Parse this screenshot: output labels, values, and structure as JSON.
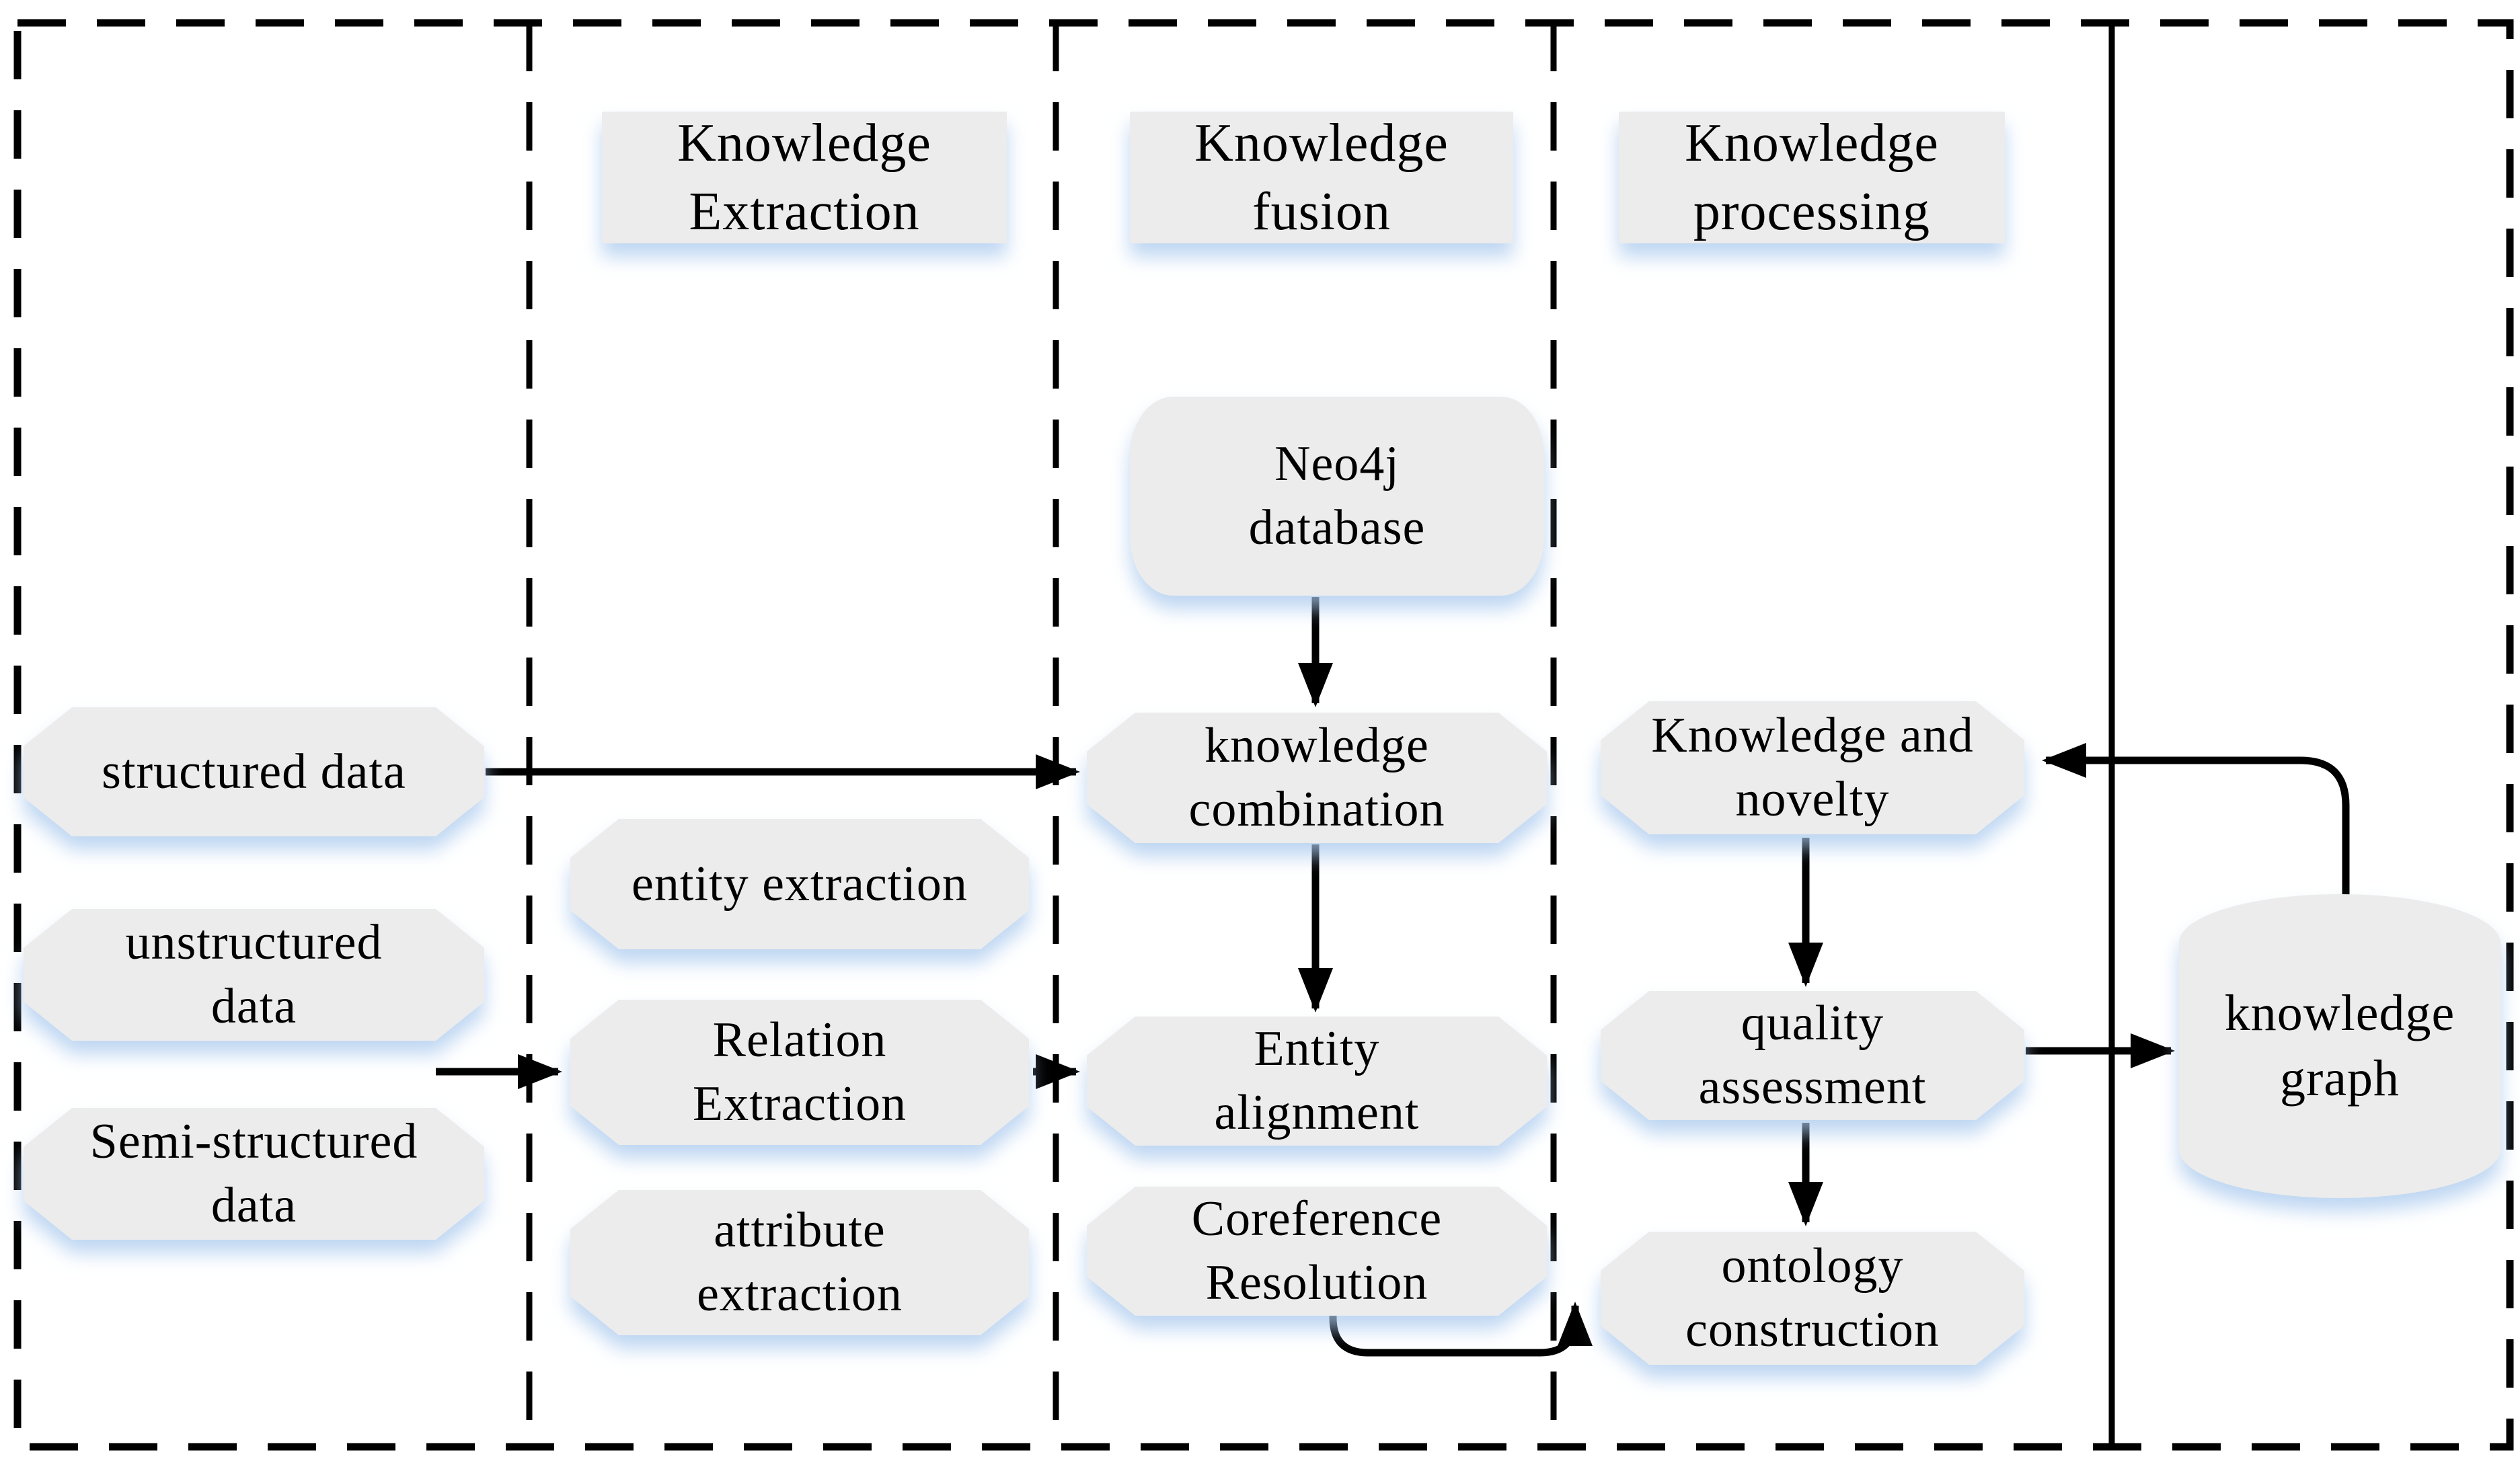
{
  "figure": {
    "type": "flowchart",
    "title_semantic": "knowledge graph construction pipeline",
    "colors": {
      "node_fill": "#ececec",
      "shadow": "#a8c8ee",
      "line": "#000000",
      "background": "#ffffff"
    },
    "lanes": [
      {
        "header": "Knowledge\nExtraction"
      },
      {
        "header": "Knowledge\nfusion"
      },
      {
        "header": "Knowledge\nprocessing"
      }
    ],
    "nodes": {
      "structured": {
        "label": "structured data",
        "shape": "hexagon"
      },
      "unstructured": {
        "label": "unstructured\ndata",
        "shape": "hexagon"
      },
      "semistructured": {
        "label": "Semi-structured\ndata",
        "shape": "hexagon"
      },
      "entity_ex": {
        "label": "entity extraction",
        "shape": "hexagon"
      },
      "relation_ex": {
        "label": "Relation\nExtraction",
        "shape": "hexagon"
      },
      "attribute_ex": {
        "label": "attribute\nextraction",
        "shape": "hexagon"
      },
      "neo4j": {
        "label": "Neo4j\ndatabase",
        "shape": "rounded"
      },
      "combination": {
        "label": "knowledge\ncombination",
        "shape": "hexagon"
      },
      "alignment": {
        "label": "Entity\nalignment",
        "shape": "hexagon"
      },
      "coreference": {
        "label": "Coreference\nResolution",
        "shape": "hexagon"
      },
      "novelty": {
        "label": "Knowledge and\nnovelty",
        "shape": "hexagon"
      },
      "quality": {
        "label": "quality\nassessment",
        "shape": "hexagon"
      },
      "ontology": {
        "label": "ontology\nconstruction",
        "shape": "hexagon"
      },
      "kg": {
        "label": "knowledge\ngraph",
        "shape": "cylinder"
      }
    },
    "edges": [
      {
        "from": "structured",
        "to": "combination"
      },
      {
        "from": "unstructured/semistructured",
        "to": "relation_ex"
      },
      {
        "from": "relation_ex",
        "to": "alignment"
      },
      {
        "from": "neo4j",
        "to": "combination"
      },
      {
        "from": "combination",
        "to": "alignment"
      },
      {
        "from": "coreference",
        "to": "ontology"
      },
      {
        "from": "novelty",
        "to": "quality"
      },
      {
        "from": "quality",
        "to": "ontology"
      },
      {
        "from": "quality",
        "to": "kg"
      },
      {
        "from": "kg",
        "to": "novelty"
      }
    ]
  }
}
